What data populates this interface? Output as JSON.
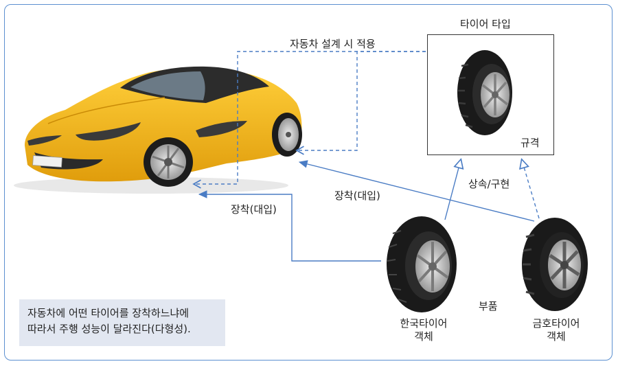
{
  "labels": {
    "design": "자동차 설계 시 적용",
    "tire_type_title": "타이어 타입",
    "spec": "규격",
    "mount_upper": "장착(대입)",
    "mount_lower": "장착(대입)",
    "inherit": "상속/구현",
    "part": "부품",
    "hankook_line1": "한국타이어",
    "hankook_line2": "객체",
    "kumho_line1": "금호타이어",
    "kumho_line2": "객체"
  },
  "note": {
    "line1": "자동차에 어떤 타이어를 장착하느냐에",
    "line2": "따라서 주행 성능이 달라진다(다형성)."
  },
  "colors": {
    "border": "#5b8fd0",
    "arrow": "#4a7cc4",
    "car_body": "#f2b51d",
    "note_bg": "#e2e7f1"
  }
}
